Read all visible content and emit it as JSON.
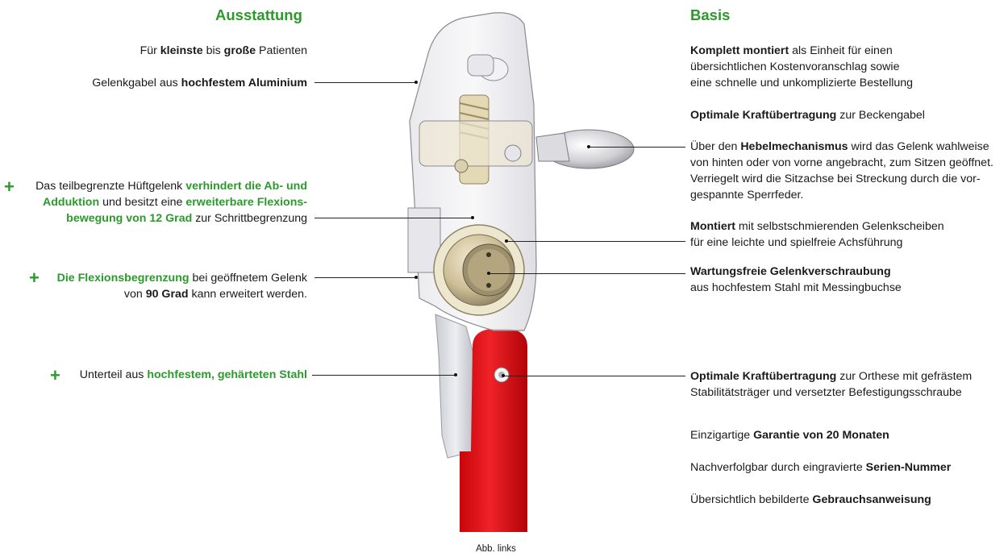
{
  "left": {
    "heading": "Ausstattung",
    "item1": {
      "t1": "Für ",
      "b1": "kleinste",
      "t2": " bis ",
      "b2": "große",
      "t3": " Patienten"
    },
    "item2": {
      "t1": "Gelenkgabel aus ",
      "b1": "hochfestem Aluminium"
    },
    "item3": {
      "plus": "+",
      "t1": "Das teilbegrenzte Hüftgelenk ",
      "g1a": "verhindert die Ab- und",
      "g1b": "Adduktion",
      "t2": " und besitzt eine ",
      "g2a": "erweiterbare Flexions-",
      "g2b": "bewegung von 12 Grad",
      "t3": " zur Schrittbegrenzung"
    },
    "item4": {
      "plus": "+",
      "g1": "Die Flexionsbegrenzung",
      "t1": " bei geöffnetem Gelenk",
      "t2": "von ",
      "b1": "90 Grad",
      "t3": " kann erweitert werden."
    },
    "item5": {
      "plus": "+",
      "t1": "Unterteil aus ",
      "g1": "hochfestem, gehärteten Stahl"
    }
  },
  "right": {
    "heading": "Basis",
    "item1": {
      "b1": "Komplett montiert",
      "t1": " als Einheit für einen",
      "l2": "übersichtlichen Kostenvoranschlag sowie",
      "l3": "eine schnelle und unkomplizierte Bestellung"
    },
    "item2": {
      "b1": "Optimale Kraftübertragung",
      "t1": " zur Beckengabel"
    },
    "item3": {
      "t1": "Über den ",
      "b1": "Hebelmechanismus",
      "t2": " wird das Gelenk wahlweise",
      "l2": "von hinten oder von vorne angebracht, zum Sitzen geöffnet.",
      "l3": "Verriegelt wird die Sitzachse bei Streckung durch die vor-",
      "l4": "gespannte Sperrfeder."
    },
    "item4": {
      "b1": "Montiert",
      "t1": " mit selbstschmierenden Gelenkscheiben",
      "l2": "für eine leichte und spielfreie Achsführung"
    },
    "item5": {
      "b1": "Wartungsfreie Gelenkverschraubung",
      "l2": "aus hochfestem Stahl mit Messingbuchse"
    },
    "item6": {
      "b1": "Optimale Kraftübertragung",
      "t1": " zur Orthese mit gefrästem",
      "l2": "Stabilitätsträger und versetzter Befestigungsschraube"
    },
    "item7": {
      "t1": "Einzigartige ",
      "b1": "Garantie von 20 Monaten"
    },
    "item8": {
      "t1": "Nachverfolgbar durch eingravierte ",
      "b1": "Serien-Nummer"
    },
    "item9": {
      "t1": "Übersichtlich bebilderte ",
      "b1": "Gebrauchsanweisung"
    }
  },
  "caption": "Abb. links",
  "colors": {
    "accent_green": "#2a9a2a",
    "bar_red": "#e0161b",
    "line": "#222222"
  }
}
